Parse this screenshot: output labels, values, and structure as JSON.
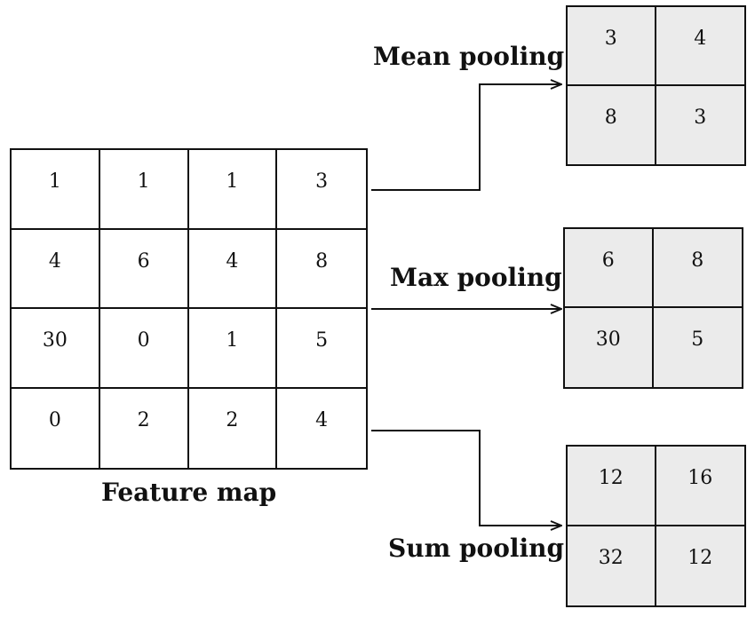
{
  "feature_map": {
    "label": "Feature map",
    "rows": [
      [
        "1",
        "1",
        "1",
        "3"
      ],
      [
        "4",
        "6",
        "4",
        "8"
      ],
      [
        "30",
        "0",
        "1",
        "5"
      ],
      [
        "0",
        "2",
        "2",
        "4"
      ]
    ]
  },
  "mean_pooling": {
    "label": "Mean pooling",
    "rows": [
      [
        "3",
        "4"
      ],
      [
        "8",
        "3"
      ]
    ]
  },
  "max_pooling": {
    "label": "Max pooling",
    "rows": [
      [
        "6",
        "8"
      ],
      [
        "30",
        "5"
      ]
    ]
  },
  "sum_pooling": {
    "label": "Sum pooling",
    "rows": [
      [
        "12",
        "16"
      ],
      [
        "32",
        "12"
      ]
    ]
  },
  "colors": {
    "stroke": "#111111",
    "pool_fill": "#ebebeb",
    "feature_fill": "#ffffff"
  }
}
